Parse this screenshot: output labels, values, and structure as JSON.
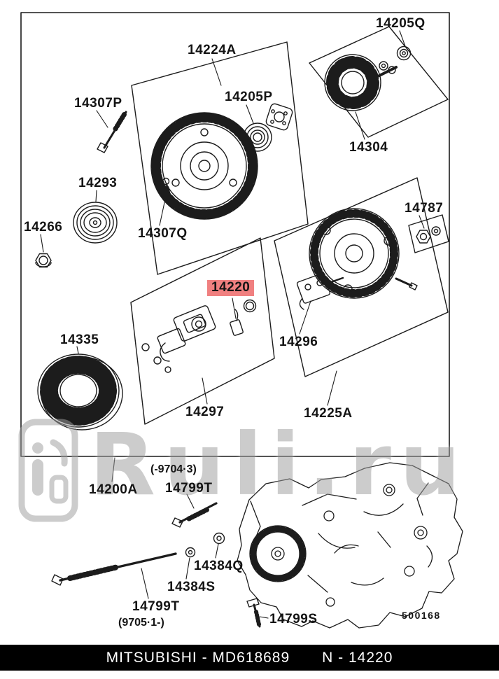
{
  "diagram": {
    "sheet_number": "500168",
    "watermark_text": "Ruli.ru"
  },
  "labels": {
    "p14205Q": "14205Q",
    "p14224A": "14224A",
    "p14307P": "14307P",
    "p14205P": "14205P",
    "p14304": "14304",
    "p14293": "14293",
    "p14787": "14787",
    "p14266": "14266",
    "p14307Q": "14307Q",
    "p14220": "14220",
    "p14296": "14296",
    "p14335": "14335",
    "p14297": "14297",
    "p14225A": "14225A",
    "p14200A": "14200A",
    "range_a": "(-9704·3)",
    "p14799T_a": "14799T",
    "p14384Q": "14384Q",
    "p14384S": "14384S",
    "p14799T_b": "14799T",
    "range_b": "(9705·1-)",
    "p14799S": "14799S"
  },
  "footer": {
    "left": "MITSUBISHI - MD618689",
    "right": "N - 14220"
  },
  "colors": {
    "highlight": "#f08080",
    "footerbg": "#000000",
    "watermark": "#9e9e9e",
    "line": "#1c1c1c"
  }
}
